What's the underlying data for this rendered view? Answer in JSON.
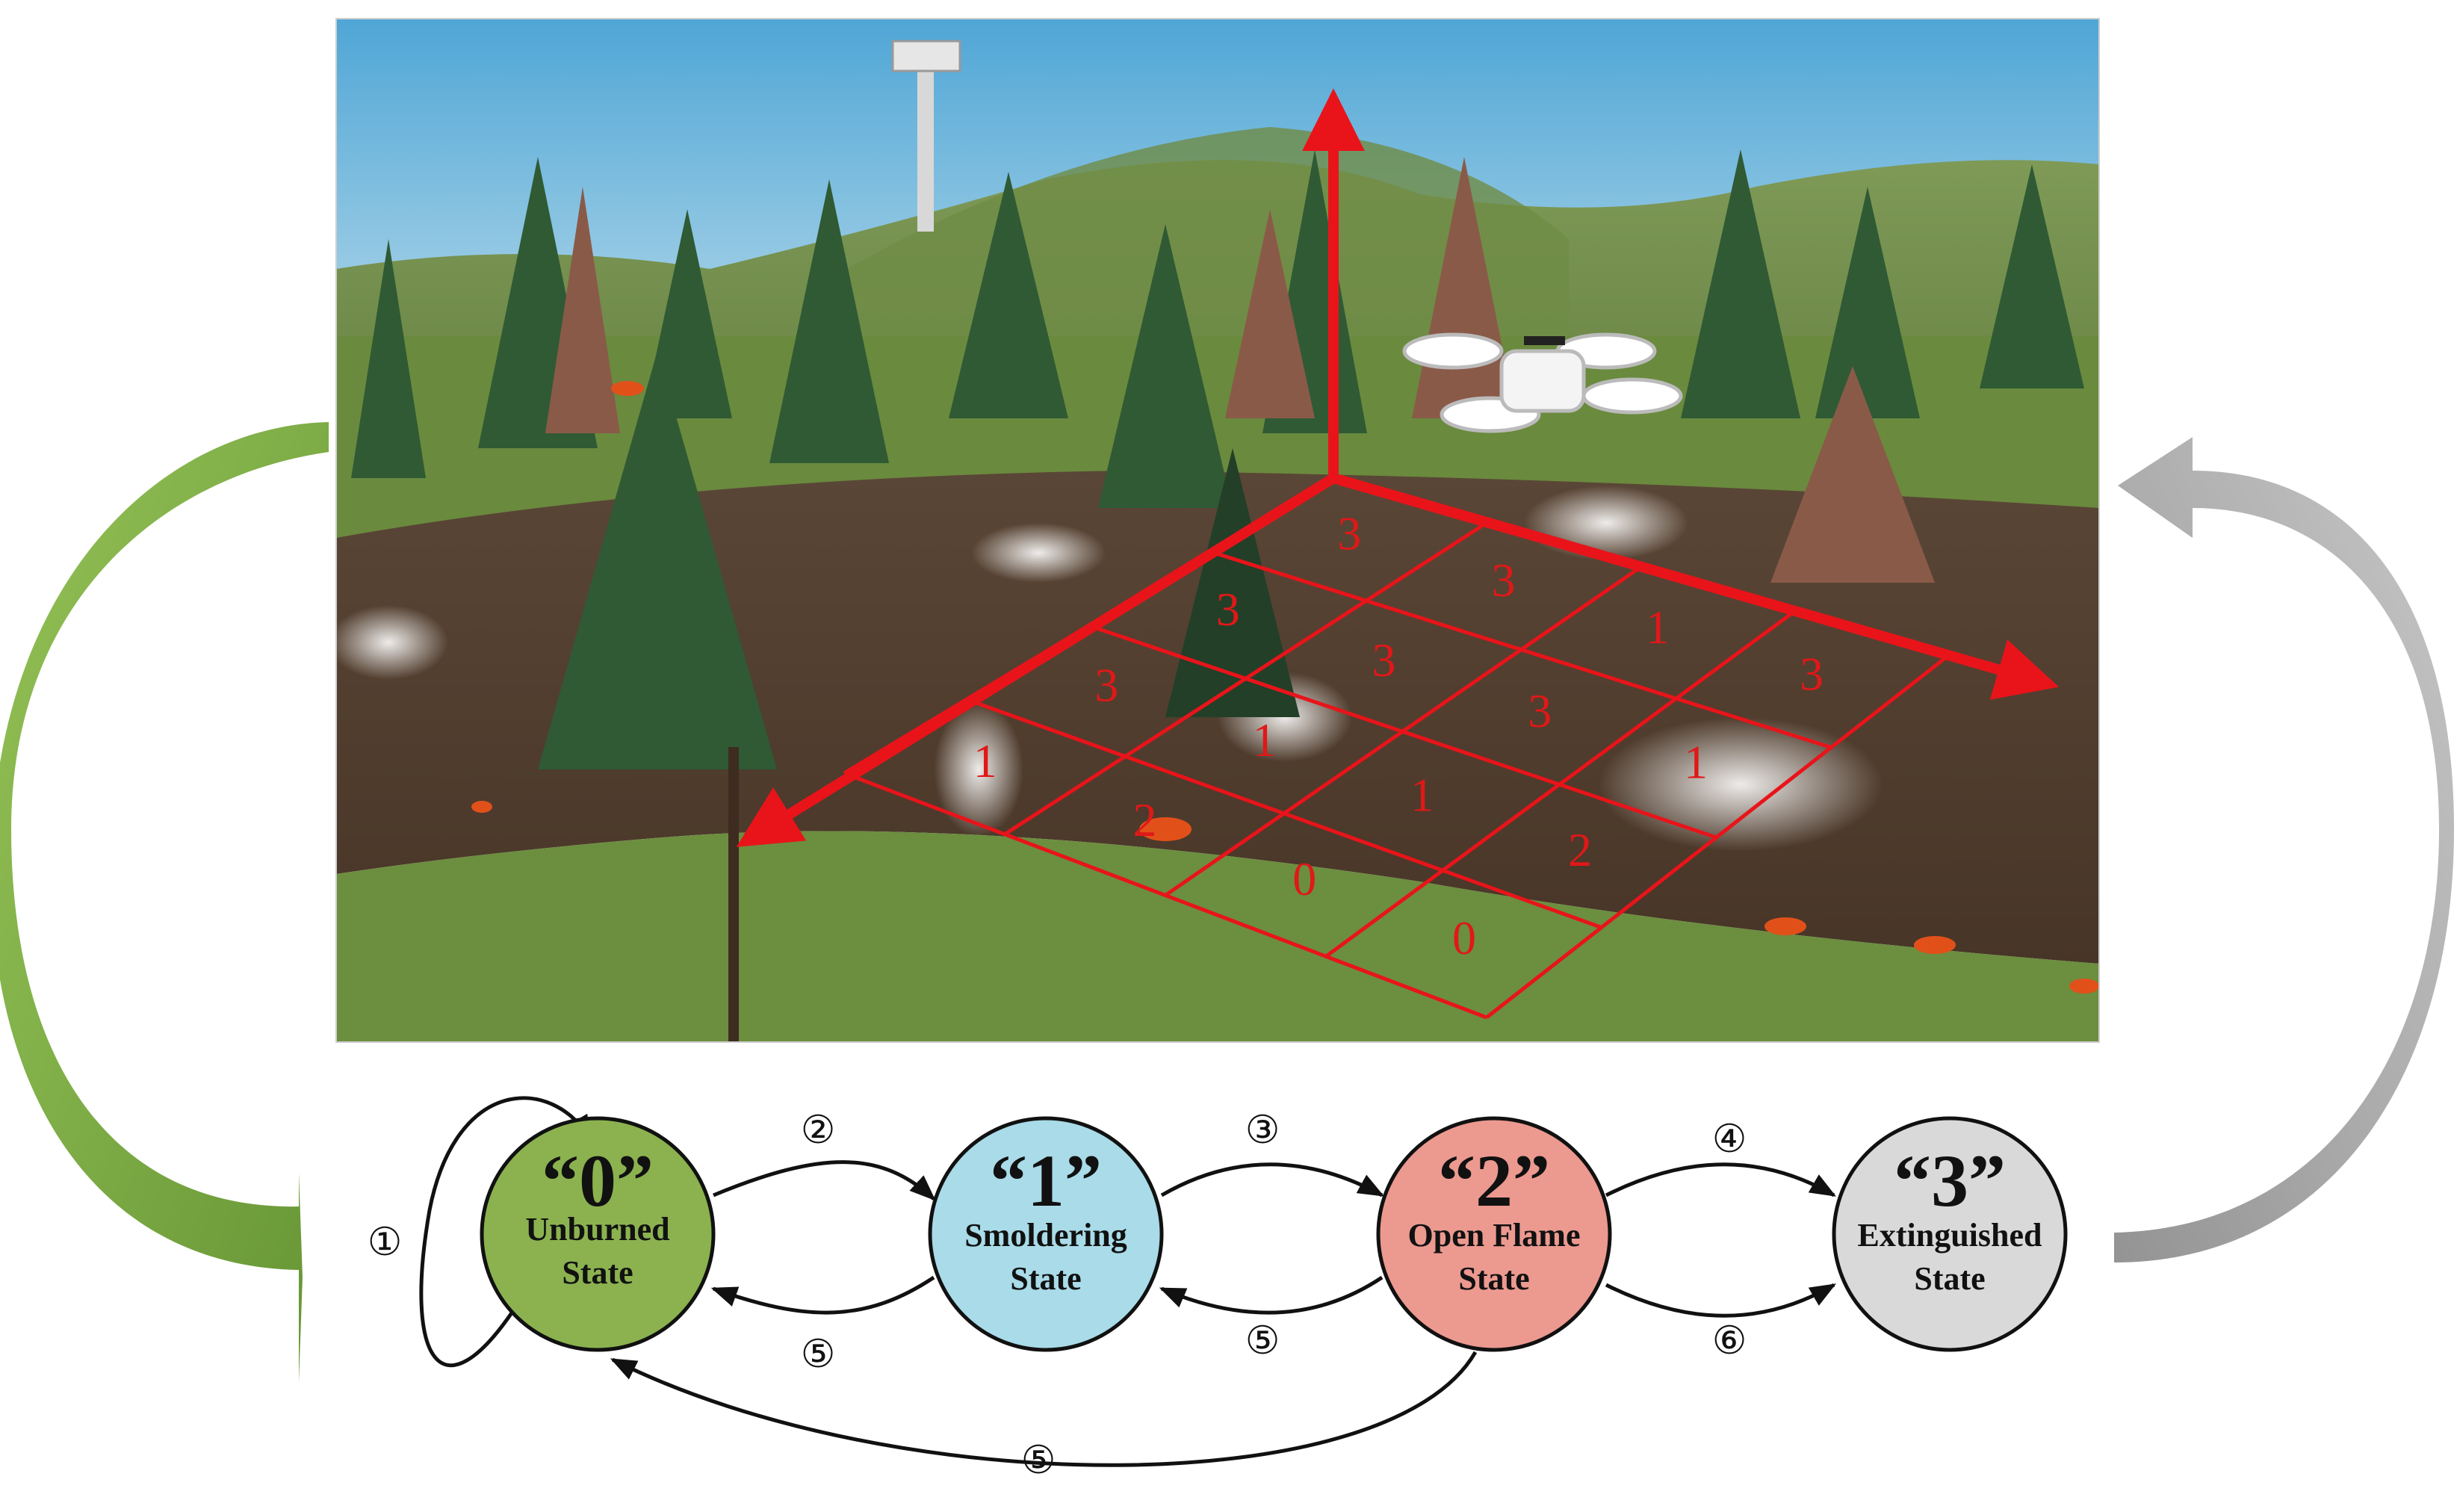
{
  "scene": {
    "grid_cells": [
      {
        "row": 0,
        "col": 0,
        "value": "1"
      },
      {
        "row": 0,
        "col": 1,
        "value": "3"
      },
      {
        "row": 0,
        "col": 2,
        "value": "3"
      },
      {
        "row": 0,
        "col": 3,
        "value": "3"
      },
      {
        "row": 1,
        "col": 0,
        "value": "2"
      },
      {
        "row": 1,
        "col": 1,
        "value": "1"
      },
      {
        "row": 1,
        "col": 2,
        "value": "3"
      },
      {
        "row": 1,
        "col": 3,
        "value": "3"
      },
      {
        "row": 2,
        "col": 0,
        "value": "0"
      },
      {
        "row": 2,
        "col": 1,
        "value": "1"
      },
      {
        "row": 2,
        "col": 2,
        "value": "3"
      },
      {
        "row": 2,
        "col": 3,
        "value": "1"
      },
      {
        "row": 3,
        "col": 0,
        "value": "0"
      },
      {
        "row": 3,
        "col": 1,
        "value": "2"
      },
      {
        "row": 3,
        "col": 2,
        "value": "1"
      },
      {
        "row": 3,
        "col": 3,
        "value": "3"
      }
    ]
  },
  "states": [
    {
      "id": "s0",
      "num": "“0”",
      "line1": "Unburned",
      "line2": "State",
      "color": "#8bb24f"
    },
    {
      "id": "s1",
      "num": "“1”",
      "line1": "Smoldering",
      "line2": "State",
      "color": "#a9dbe8"
    },
    {
      "id": "s2",
      "num": "“2”",
      "line1": "Open Flame",
      "line2": "State",
      "color": "#ec9990"
    },
    {
      "id": "s3",
      "num": "“3”",
      "line1": "Extinguished",
      "line2": "State",
      "color": "#d9d9d9"
    }
  ],
  "transitions": {
    "t1": "①",
    "t2": "②",
    "t3": "③",
    "t4": "④",
    "t5a": "⑤",
    "t5b": "⑤",
    "t5c": "⑤",
    "t6": "⑥"
  },
  "colors": {
    "grid": "#e8141a",
    "axis": "#e8141a",
    "green_arrow": "#76a53c",
    "gray_arrow": "#a6a6a6"
  }
}
